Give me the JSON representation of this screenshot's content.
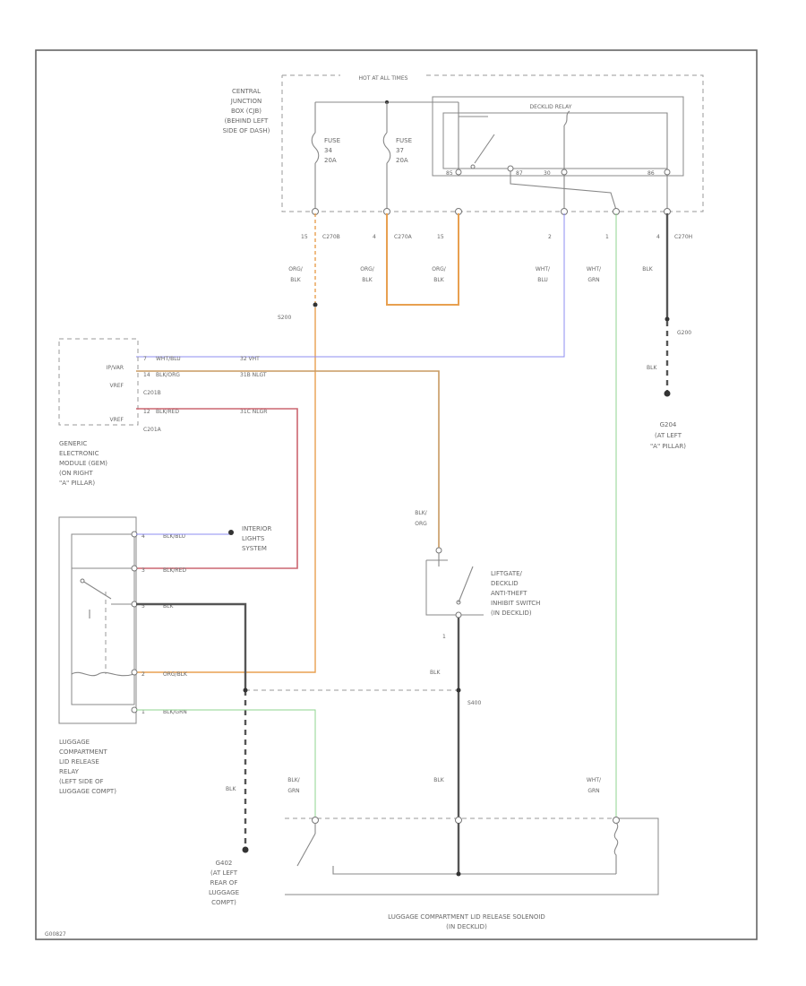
{
  "header_label": "HOT AT ALL TIMES",
  "central_junction_box": [
    "CENTRAL",
    "JUNCTION",
    "BOX (CJB)",
    "(BEHIND LEFT",
    "SIDE OF DASH)"
  ],
  "fuses": [
    {
      "name": "FUSE",
      "number": "34",
      "rating": "20A"
    },
    {
      "name": "FUSE",
      "number": "37",
      "rating": "20A"
    }
  ],
  "decklid_relay": "DECKLID RELAY",
  "relay_pins": [
    "85",
    "87",
    "30",
    "86"
  ],
  "connectors": [
    {
      "pin": "15",
      "name": "C270B"
    },
    {
      "pin": "4",
      "name": "C270A"
    },
    {
      "pin": "15",
      "name": ""
    },
    {
      "pin": "2",
      "name": ""
    },
    {
      "pin": "1",
      "name": ""
    },
    {
      "pin": "4",
      "name": "C270H"
    }
  ],
  "wire_colors_top": [
    [
      "ORG/",
      "BLK"
    ],
    [
      "ORG/",
      "BLK"
    ],
    [
      "ORG/",
      "BLK"
    ],
    [
      "WHT/",
      "BLU"
    ],
    [
      "WHT/",
      "GRN"
    ],
    [
      "BLK",
      ""
    ]
  ],
  "splices": {
    "s_left": "S200",
    "g_right": "G200"
  },
  "ground_right": {
    "wire": "BLK",
    "label": [
      "G204",
      "(AT LEFT",
      "\"A\" PILLAR)"
    ]
  },
  "gem": {
    "pins": [
      {
        "pin": "7",
        "name": "IP/VAR",
        "wire": "WHT/BLU",
        "circuit": "32 VHT"
      },
      {
        "pin": "14",
        "name": "VREF",
        "wire": "BLK/ORG",
        "circuit": "31B NLGT"
      },
      {
        "pin": "12",
        "name": "VREF",
        "wire": "BLK/RED",
        "circuit": "31C NLGR"
      }
    ],
    "connectors": [
      "C201B",
      "C201A"
    ],
    "label": [
      "GENERIC",
      "ELECTRONIC",
      "MODULE (GEM)",
      "(ON RIGHT",
      "\"A\" PILLAR)"
    ]
  },
  "luggage_relay": {
    "pins": [
      {
        "pin": "4",
        "wire": "BLK/BLU"
      },
      {
        "pin": "3",
        "wire": "BLK/RED"
      },
      {
        "pin": "5",
        "wire": "BLK"
      },
      {
        "pin": "2",
        "wire": "ORG/BLK"
      },
      {
        "pin": "1",
        "wire": "BLK/GRN"
      }
    ],
    "label": [
      "LUGGAGE",
      "COMPARTMENT",
      "LID RELEASE",
      "RELAY",
      "(LEFT SIDE OF",
      "LUGGAGE COMPT)"
    ]
  },
  "interior_lights": [
    "INTERIOR",
    "LIGHTS",
    "SYSTEM"
  ],
  "liftgate_switch": {
    "wire_top": [
      "BLK/",
      "ORG"
    ],
    "pin_bottom": "1",
    "label": [
      "LIFTGATE/",
      "DECKLID",
      "ANTI-THEFT",
      "INHIBIT SWITCH",
      "(IN DECKLID)"
    ]
  },
  "splice_s400": "S400",
  "wire_colors_bottom": [
    [
      "BLK",
      ""
    ],
    [
      "BLK/",
      "GRN"
    ],
    [
      "BLK",
      ""
    ],
    [
      "WHT/",
      "GRN"
    ],
    [
      "BLK",
      ""
    ]
  ],
  "ground_left": [
    "G402",
    "(AT LEFT",
    "REAR OF",
    "LUGGAGE",
    "COMPT)"
  ],
  "solenoid": [
    "LUGGAGE COMPARTMENT LID RELEASE SOLENOID",
    "(IN DECKLID)"
  ],
  "diagram_code": "G00827",
  "colors": {
    "orange": "#e8a050",
    "tan": "#c89a62",
    "blue": "#8c8cf0",
    "red": "#cc6670",
    "green": "#8fd48f",
    "black": "#555555"
  }
}
